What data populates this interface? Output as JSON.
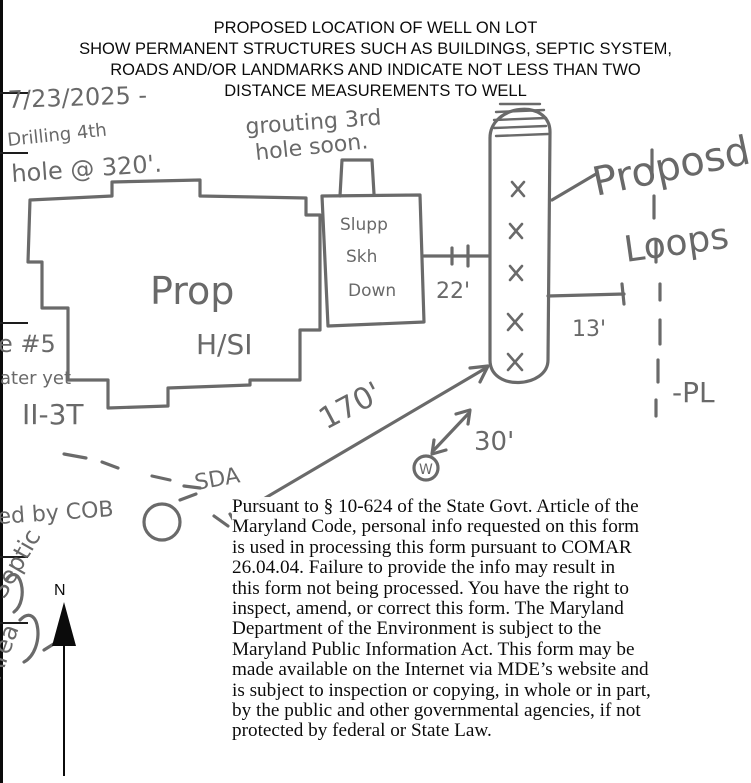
{
  "header": {
    "lines": [
      "PROPOSED LOCATION OF WELL ON LOT",
      "SHOW PERMANENT STRUCTURES SUCH AS BUILDINGS, SEPTIC SYSTEM,",
      "ROADS AND/OR LANDMARKS AND INDICATE NOT LESS THAN TWO",
      "DISTANCE MEASUREMENTS TO WELL"
    ]
  },
  "handwriting": {
    "date": "7/23/2025 -",
    "drilling_line1": "Drilling 4th",
    "drilling_line2": "hole @ 320'.",
    "grouting_line1": "grouting 3rd",
    "grouting_line2": "hole soon.",
    "house_line1": "Prop",
    "house_line2": "H/SI",
    "garage_line1": "Slupp",
    "garage_line2": "Skh",
    "garage_line3": "Down",
    "dim_22": "22'",
    "dim_13": "13'",
    "dim_170": "170'",
    "dim_30": "30'",
    "proposed_loops_line1": "Proposd",
    "proposed_loops_line2": "Loops",
    "property_line": "-PL",
    "sda": "SDA",
    "well_marker": "W",
    "left_note_1": "e #5",
    "left_note_2": "ater yet",
    "left_note_3": "II-3T",
    "left_note_4": "ed by COB",
    "left_note_5": "Septic",
    "left_note_6": "Area"
  },
  "north_arrow": {
    "label": "N"
  },
  "notice": {
    "lines": [
      "Pursuant to § 10-624 of the State Govt. Article of the",
      "Maryland Code, personal info requested on this form",
      "is used in processing this form pursuant to COMAR",
      "26.04.04. Failure to provide the info may result in",
      "this form not being processed. You have the right to",
      "inspect, amend, or correct this form. The Maryland",
      "Department of the Environment is subject to the",
      "Maryland Public Information Act. This form may be",
      "made available on the Internet via MDE’s website and",
      "is subject to inspection or copying, in whole or in part,",
      "by the public and other governmental  agencies, if not",
      "protected by federal or State Law."
    ]
  }
}
